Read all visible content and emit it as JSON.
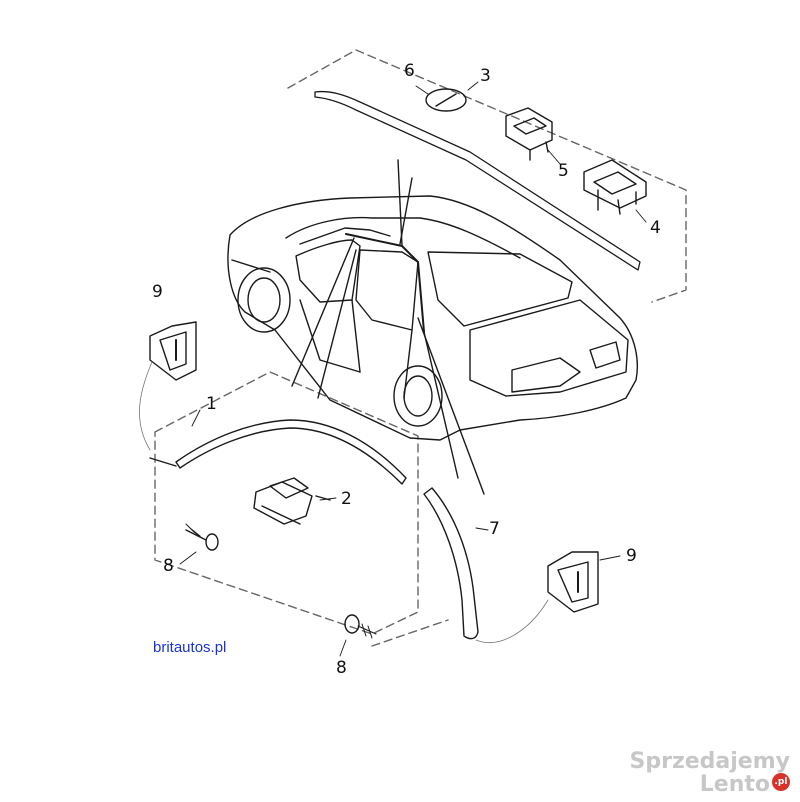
{
  "callouts": {
    "n1": "1",
    "n2": "2",
    "n3": "3",
    "n4": "4",
    "n5": "5",
    "n6": "6",
    "n7": "7",
    "n8a": "8",
    "n8b": "8",
    "n9a": "9",
    "n9b": "9"
  },
  "website": "britautos.pl",
  "watermark": {
    "line1": "Sprzedajemy",
    "line2": "Lento",
    "badge": ".pl"
  },
  "colors": {
    "line": "#1a1a1a",
    "dash": "#555555",
    "link": "#1a33d6",
    "watermark": "#b4b4b4"
  }
}
